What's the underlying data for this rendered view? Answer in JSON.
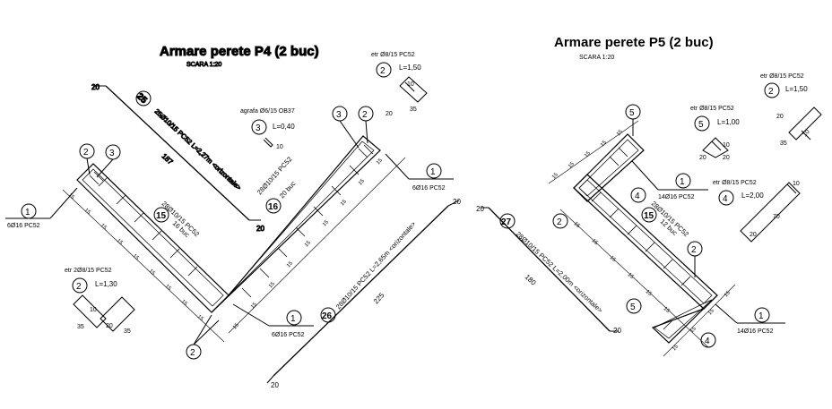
{
  "p4": {
    "title": "Armare perete P4 (2 buc)",
    "scale": "SCARA 1:20",
    "bars": {
      "b25_top": "25Ø10/15 PC52 L=2,27m <orizontale>",
      "b15_mid": "15",
      "b15_label": "28Ø10/15 PC52",
      "b15_count": "16 buc",
      "b16_label": "28Ø10/15 PC52",
      "b16_count": "20 buc",
      "b16_mark": "16",
      "b26_label": "28Ø10/15 PC52 L=2,65m <orizontale>",
      "b26_mark": "26",
      "b25_mark": "25"
    },
    "dims": {
      "d20a": "20",
      "d187": "187",
      "d20b": "20",
      "d225": "225",
      "d20c": "20",
      "d20d": "20"
    },
    "callouts": {
      "c1_left_mark": "1",
      "c1_left_label": "6Ø16 PC52",
      "c1_right_mark": "1",
      "c1_right_label": "6Ø16 PC52",
      "c1_bottom_mark": "1",
      "c1_bottom_label": "6Ø16 PC52",
      "c2_top_mark": "2",
      "c3_top_mark": "3",
      "c2_mid_mark": "2",
      "c3_mid_mark": "3",
      "c2_bot_mark": "2"
    },
    "legend_agrafa": {
      "label": "agrafa Ø6/15 OB37",
      "mark": "3",
      "length": "L=0,40",
      "dim": "10"
    },
    "legend_etr_top": {
      "label": "etr Ø8/15 PC52",
      "mark": "2",
      "length": "L=1,50",
      "d1": "10",
      "d2": "20",
      "d3": "35"
    },
    "legend_etr_left": {
      "label": "etr 2Ø8/15 PC52",
      "mark": "2",
      "length": "L=1,30",
      "d1": "10",
      "d2": "35",
      "d3": "20",
      "d4": "35"
    },
    "spacing": "15"
  },
  "p5": {
    "title": "Armare perete P5 (2 buc)",
    "scale": "SCARA 1:20",
    "bars": {
      "b27_label": "28Ø10/15 PC52 L=2,00m <orizontale>",
      "b27_mark": "27",
      "b15_label": "28Ø10/15 PC52",
      "b15_count": "12 buc",
      "b15_mark": "15"
    },
    "dims": {
      "d20a": "20",
      "d180": "180",
      "d20b": "20"
    },
    "callouts": {
      "c5_top": "5",
      "c1_mid_mark": "1",
      "c1_mid_label": "14Ø16 PC52",
      "c4_mid": "4",
      "c2_left": "2",
      "c2_right": "2",
      "c5_bot": "5",
      "c4_bot": "4",
      "c1_bot_mark": "1",
      "c1_bot_label": "14Ø16 PC52"
    },
    "legend_etr_a": {
      "label": "etr Ø8/15 PC52",
      "mark": "2",
      "length": "L=1,50",
      "d1": "20",
      "d2": "10",
      "d3": "35"
    },
    "legend_etr_b": {
      "label": "etr Ø8/15 PC52",
      "mark": "5",
      "length": "L=1,00",
      "d1": "10",
      "d2": "20",
      "d3": "20"
    },
    "legend_etr_c": {
      "label": "etr Ø8/15 PC52",
      "mark": "4",
      "length": "L=2,00",
      "d1": "10",
      "d2": "70",
      "d3": "20"
    },
    "spacing": "15"
  }
}
